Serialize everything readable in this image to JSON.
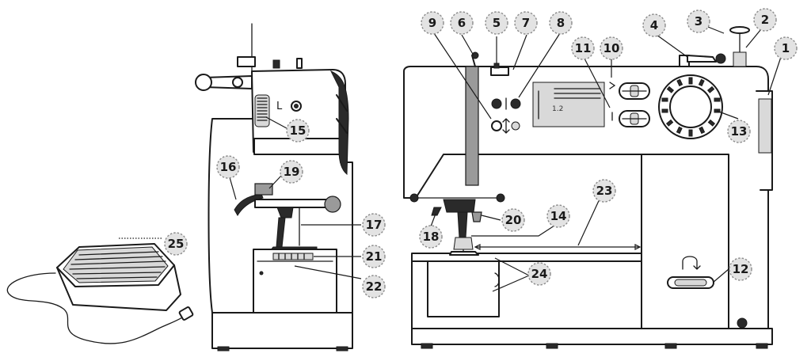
{
  "callouts": [
    "1",
    "2",
    "3",
    "4",
    "5",
    "6",
    "7",
    "8",
    "9",
    "10",
    "11",
    "12",
    "13",
    "14",
    "15",
    "16",
    "17",
    "18",
    "19",
    "20",
    "21",
    "22",
    "23",
    "24",
    "25"
  ],
  "machine_markings": {
    "side_lever_label": "L",
    "lcd_readout": "1.2"
  },
  "icons": [
    "foot-pedal-icon",
    "sewing-machine-side-icon",
    "sewing-machine-front-icon"
  ]
}
